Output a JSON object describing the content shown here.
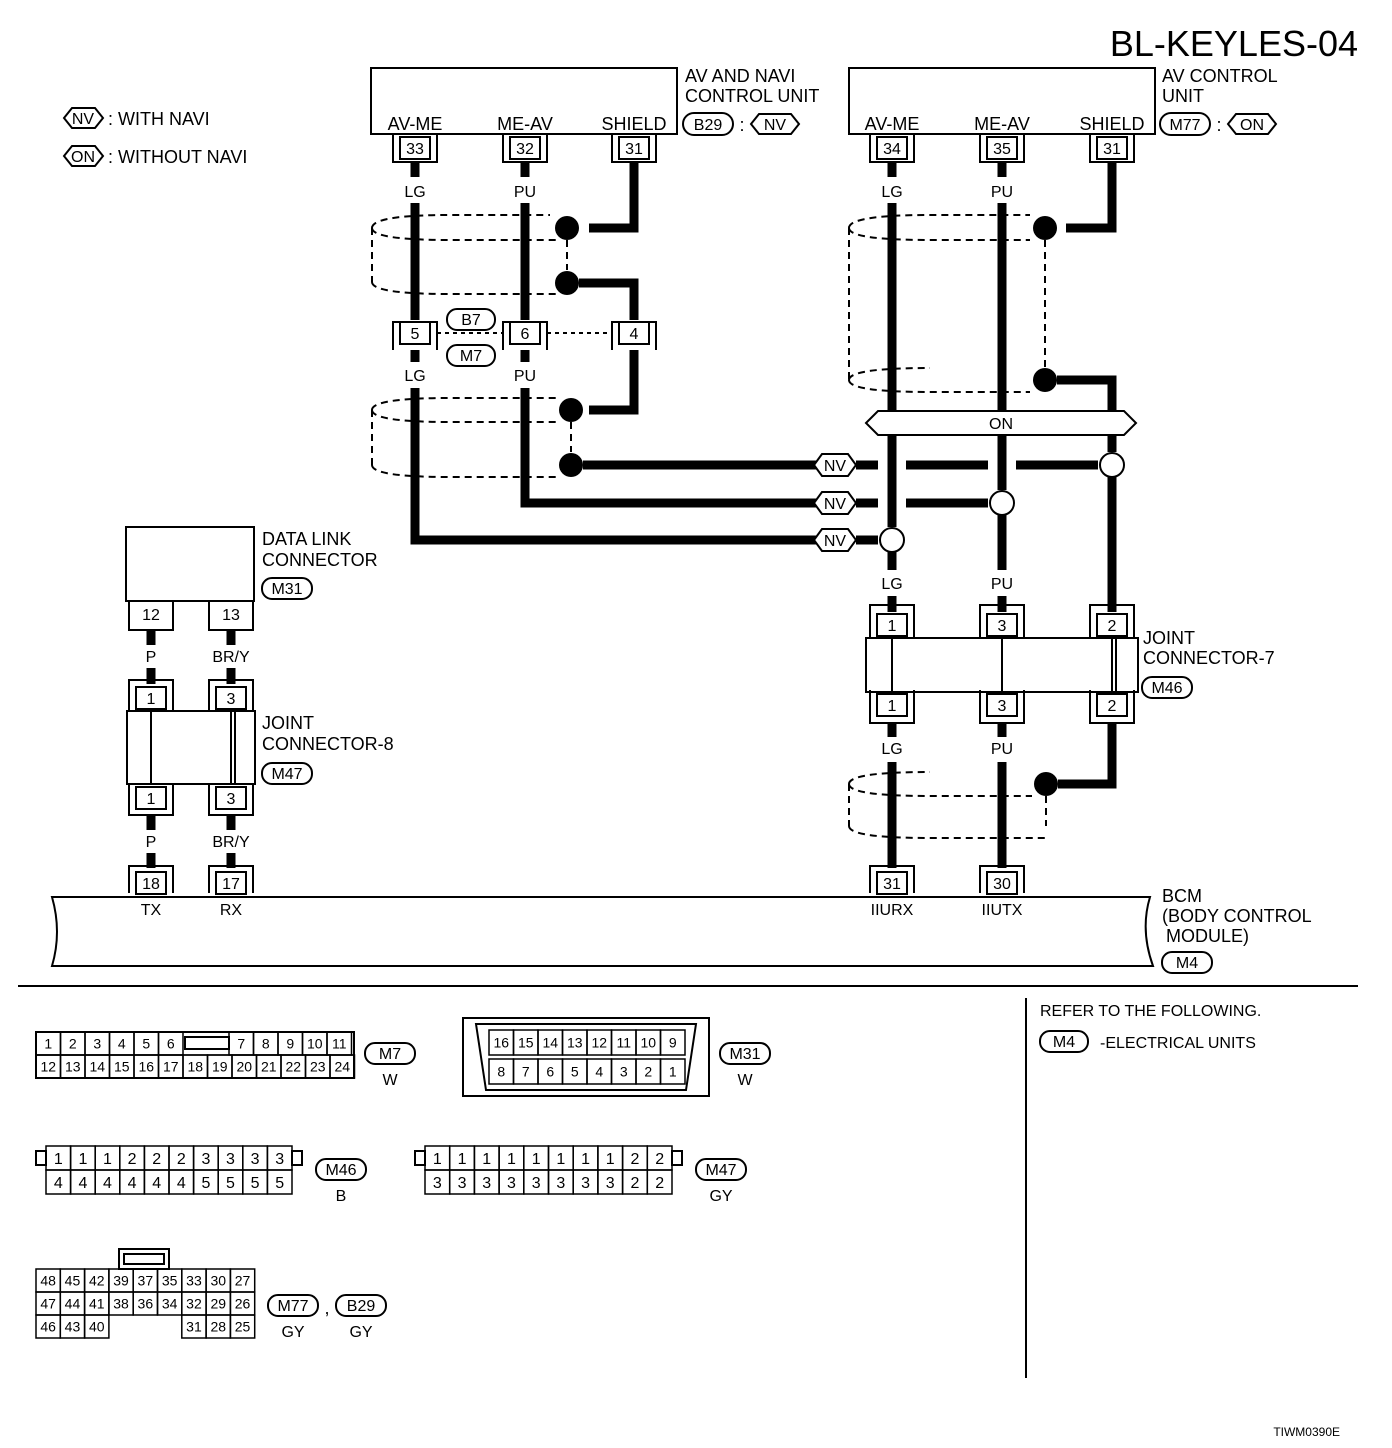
{
  "title": "BL-KEYLES-04",
  "figure_id": "TIWM0390E",
  "legend": {
    "nv_tag": "NV",
    "nv_text": ": WITH NAVI",
    "on_tag": "ON",
    "on_text": ": WITHOUT NAVI"
  },
  "av_navi_unit": {
    "name_line1": "AV AND NAVI",
    "name_line2": "CONTROL UNIT",
    "connector": "B29",
    "colon": ":",
    "variant": "NV",
    "terminal_labels": [
      "AV-ME",
      "ME-AV",
      "SHIELD"
    ],
    "pins": [
      "33",
      "32",
      "31"
    ],
    "wire_colors": [
      "LG",
      "PU"
    ]
  },
  "av_control_unit": {
    "name_line1": "AV CONTROL",
    "name_line2": "UNIT",
    "connector": "M77",
    "colon": ":",
    "variant": "ON",
    "terminal_labels": [
      "AV-ME",
      "ME-AV",
      "SHIELD"
    ],
    "pins": [
      "34",
      "35",
      "31"
    ],
    "wire_colors": [
      "LG",
      "PU"
    ]
  },
  "harness_connector": {
    "codes": [
      "B7",
      "M7"
    ],
    "pins": [
      "5",
      "6",
      "4"
    ],
    "wire_colors": [
      "LG",
      "PU"
    ]
  },
  "on_bar_label": "ON",
  "nv_tags": [
    "NV",
    "NV",
    "NV"
  ],
  "data_link": {
    "name_line1": "DATA LINK",
    "name_line2": "CONNECTOR",
    "connector": "M31",
    "pins": [
      "12",
      "13"
    ],
    "wire_colors": [
      "P",
      "BR/Y"
    ]
  },
  "joint8": {
    "name_line1": "JOINT",
    "name_line2": "CONNECTOR-8",
    "connector": "M47",
    "top_pins": [
      "1",
      "3"
    ],
    "bottom_pins": [
      "1",
      "3"
    ],
    "wire_colors_below": [
      "P",
      "BR/Y"
    ]
  },
  "joint7": {
    "name_line1": "JOINT",
    "name_line2": "CONNECTOR-7",
    "connector": "M46",
    "top_pins": [
      "1",
      "3",
      "2"
    ],
    "bottom_pins": [
      "1",
      "3",
      "2"
    ],
    "wire_colors_above": [
      "LG",
      "PU"
    ],
    "wire_colors_below": [
      "LG",
      "PU"
    ]
  },
  "bcm": {
    "name_line1": "BCM",
    "name_line2": "(BODY CONTROL",
    "name_line3": "MODULE)",
    "connector": "M4",
    "pins": [
      "18",
      "17",
      "31",
      "30"
    ],
    "terminal_labels": [
      "TX",
      "RX",
      "IIURX",
      "IIUTX"
    ]
  },
  "reference": {
    "heading": "REFER TO THE FOLLOWING.",
    "connector": "M4",
    "text": "-ELECTRICAL UNITS"
  },
  "connector_faces": {
    "m7": {
      "code": "M7",
      "color": "W",
      "row1": [
        "1",
        "2",
        "3",
        "4",
        "5",
        "6",
        "7",
        "8",
        "9",
        "10",
        "11"
      ],
      "row2": [
        "12",
        "13",
        "14",
        "15",
        "16",
        "17",
        "18",
        "19",
        "20",
        "21",
        "22",
        "23",
        "24"
      ]
    },
    "m31": {
      "code": "M31",
      "color": "W",
      "row1": [
        "16",
        "15",
        "14",
        "13",
        "12",
        "11",
        "10",
        "9"
      ],
      "row2": [
        "8",
        "7",
        "6",
        "5",
        "4",
        "3",
        "2",
        "1"
      ]
    },
    "m46": {
      "code": "M46",
      "color": "B",
      "row1": [
        "1",
        "1",
        "1",
        "2",
        "2",
        "2",
        "3",
        "3",
        "3",
        "3"
      ],
      "row2": [
        "4",
        "4",
        "4",
        "4",
        "4",
        "4",
        "5",
        "5",
        "5",
        "5"
      ]
    },
    "m47": {
      "code": "M47",
      "color": "GY",
      "row1": [
        "1",
        "1",
        "1",
        "1",
        "1",
        "1",
        "1",
        "1",
        "2",
        "2"
      ],
      "row2": [
        "3",
        "3",
        "3",
        "3",
        "3",
        "3",
        "3",
        "3",
        "2",
        "2"
      ]
    },
    "m77_b29": {
      "codes": [
        "M77",
        "B29"
      ],
      "separator": ",",
      "colors": [
        "GY",
        "GY"
      ],
      "row1": [
        "48",
        "45",
        "42",
        "39",
        "37",
        "35",
        "33",
        "30",
        "27"
      ],
      "row2": [
        "47",
        "44",
        "41",
        "38",
        "36",
        "34",
        "32",
        "29",
        "26"
      ],
      "row3_left": [
        "46",
        "43",
        "40"
      ],
      "row3_right": [
        "31",
        "28",
        "25"
      ]
    }
  }
}
